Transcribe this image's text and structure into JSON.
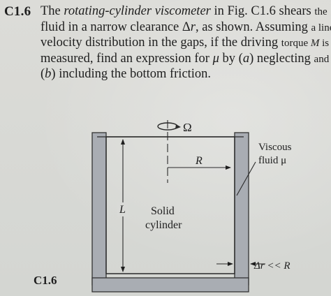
{
  "problem": {
    "number": "C1.6",
    "lines": [
      [
        "The ",
        {
          "i": "rotating-cylinder viscometer"
        },
        " in Fig. C1.6 shears ",
        {
          "c": "the"
        }
      ],
      [
        "fluid in a narrow clearance Δ",
        {
          "i": "r"
        },
        ", as shown. Assuming ",
        {
          "c": "a linear"
        }
      ],
      [
        "velocity distribution in the gaps, if the driving ",
        {
          "c": "torque "
        },
        {
          "ci": "M"
        },
        {
          "c": " is"
        }
      ],
      [
        "measured, find an expression for ",
        {
          "i": "μ"
        },
        " by (",
        {
          "i": "a"
        },
        ") neglecting ",
        {
          "c": "and"
        }
      ],
      [
        "(",
        {
          "i": "b"
        },
        ") including the bottom friction."
      ]
    ]
  },
  "figure": {
    "label": "C1.6",
    "omega": "Ω",
    "radius": "R",
    "length": "L",
    "solid_cylinder": [
      "Solid",
      "cylinder"
    ],
    "fluid_label": [
      "Viscous",
      "fluid μ"
    ],
    "gap_label": "Δr << R"
  }
}
